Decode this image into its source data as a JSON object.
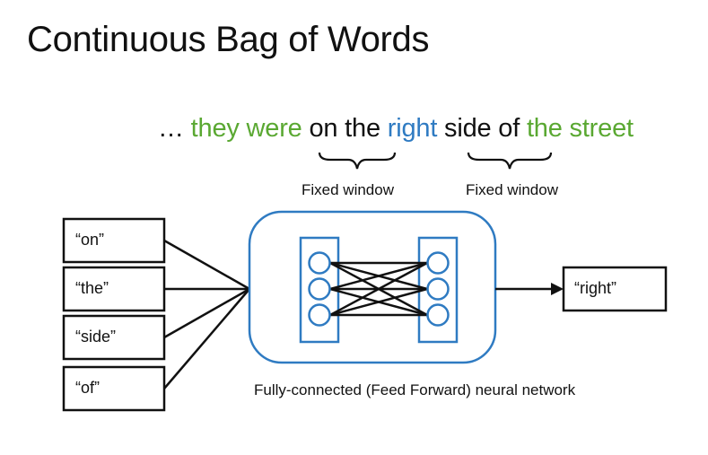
{
  "title": "Continuous Bag of Words",
  "sentence": {
    "prefix": "…",
    "w_they_were": "they were",
    "w_on_the": "on the",
    "w_right": "right",
    "w_side_of": "side of",
    "w_the_street": "the street"
  },
  "windows": [
    {
      "label": "Fixed window"
    },
    {
      "label": "Fixed window"
    }
  ],
  "inputs": [
    "“on”",
    "“the”",
    "“side”",
    "“of”"
  ],
  "output": "“right”",
  "network_caption": "Fully-connected (Feed Forward) neural network",
  "colors": {
    "context_green": "#5aa832",
    "target_blue": "#2f7bc2",
    "network_border": "#2f7bc2",
    "node_stroke": "#2f7bc2",
    "text": "#111111"
  }
}
